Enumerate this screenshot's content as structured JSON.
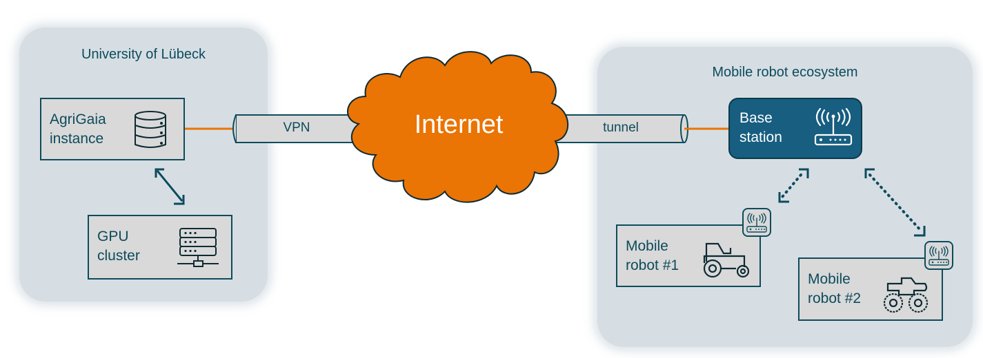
{
  "colors": {
    "zone_bg": "#d6dee4",
    "node_bg": "#d9d9d9",
    "accent_teal": "#0d4b5c",
    "base_station_bg": "#175e80",
    "internet_orange": "#ea7404",
    "link_orange": "#ea7404"
  },
  "left_zone": {
    "title": "University of Lübeck",
    "agrigaia": {
      "line1": "AgriGaia",
      "line2": "instance",
      "icon": "database-icon"
    },
    "gpu": {
      "line1": "GPU",
      "line2": "cluster",
      "icon": "server-network-icon"
    }
  },
  "links": {
    "vpn_label": "VPN",
    "tunnel_label": "tunnel",
    "internet_label": "Internet"
  },
  "right_zone": {
    "title": "Mobile robot ecosystem",
    "base_station": {
      "line1": "Base",
      "line2": "station",
      "icon": "wifi-router-icon"
    },
    "robot1": {
      "line1": "Mobile",
      "line2": "robot #1",
      "icon": "tractor-icon",
      "badge_icon": "wifi-router-icon"
    },
    "robot2": {
      "line1": "Mobile",
      "line2": "robot #2",
      "icon": "monster-truck-icon",
      "badge_icon": "wifi-router-icon"
    }
  }
}
